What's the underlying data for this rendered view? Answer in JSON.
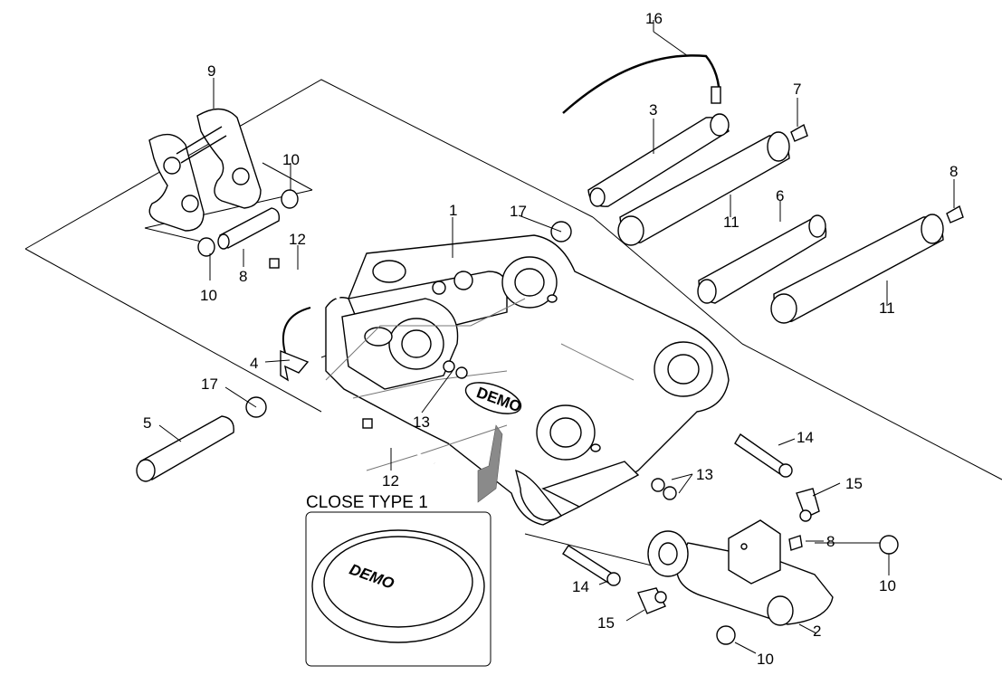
{
  "diagram": {
    "callouts": [
      "1",
      "2",
      "3",
      "4",
      "5",
      "6",
      "7",
      "8",
      "8",
      "8",
      "9",
      "10",
      "10",
      "10",
      "10",
      "11",
      "11",
      "12",
      "12",
      "13",
      "13",
      "14",
      "14",
      "15",
      "15",
      "16",
      "17",
      "17"
    ],
    "inset_caption": "CLOSE TYPE 1",
    "logo_text": "DEMO"
  }
}
